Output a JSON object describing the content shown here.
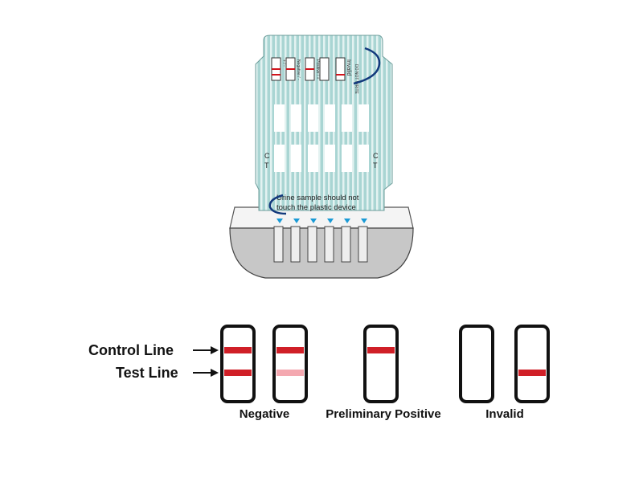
{
  "device": {
    "strip_labels": [
      "+ / -",
      "Negative / -",
      "Positive / +",
      "Invalid",
      "DO NOT WRITE"
    ],
    "line_letters": {
      "c": "C",
      "t": "T"
    },
    "warning_line1": "Urine sample should not",
    "warning_line2": "touch the plastic device",
    "colors": {
      "card": "#a8d4d2",
      "card_stripe": "#dff0ef",
      "arrow": "#1a9ad6",
      "cup": "#c8c8c8",
      "line_red": "#d0141c"
    }
  },
  "legend": {
    "control_line_label": "Control Line",
    "test_line_label": "Test Line",
    "groups": {
      "negative": "Negative",
      "preliminary_positive": "Preliminary Positive",
      "invalid": "Invalid"
    },
    "colors": {
      "strong_line": "#d01f27",
      "faint_line": "#f4a8b0"
    }
  }
}
